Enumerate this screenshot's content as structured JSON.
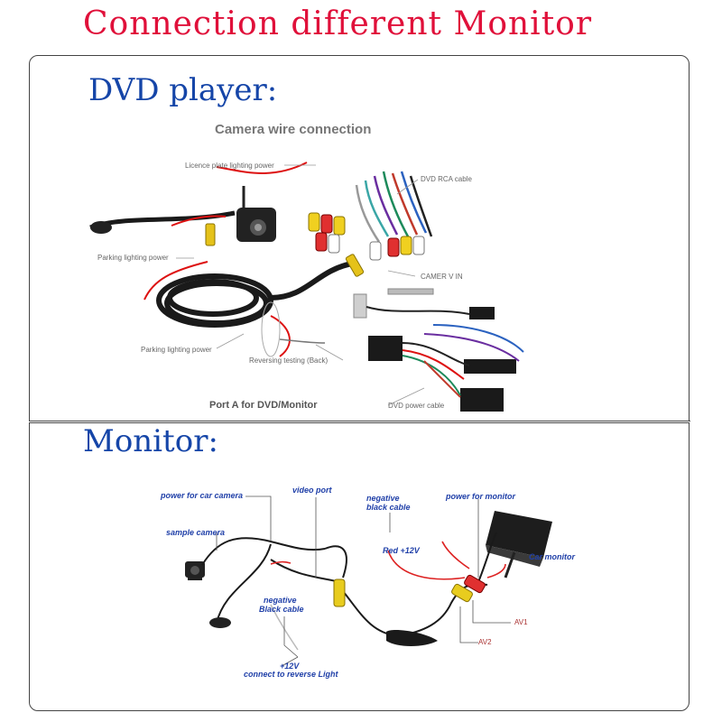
{
  "header": {
    "title": "Connection different Monitor"
  },
  "dvd_section": {
    "title": "DVD player:",
    "diagram_title": "Camera wire connection",
    "labels": {
      "licence": "Licence plate lighting power",
      "dvd_rca": "DVD RCA cable",
      "parking1": "Parking lighting power",
      "camer_v_in": "CAMER V IN",
      "parking2": "Parking lighting power",
      "reversing": "Reversing testing (Back)",
      "port_a": "Port A  for  DVD/Monitor",
      "dvd_power": "DVD power cable"
    }
  },
  "monitor_section": {
    "title": "Monitor:",
    "labels": {
      "power_camera": "power for car camera",
      "video_port": "video port",
      "negative_black_1": "negative",
      "negative_black_2": "black cable",
      "power_monitor": "power for monitor",
      "sample_camera": "sample camera",
      "red_12v": "Red  +12V",
      "car_monitor": "Car monitor",
      "neg_black_b1": "negative",
      "neg_black_b2": "Black cable",
      "av1": "AV1",
      "av2": "AV2",
      "plus12v": "+12V",
      "reverse_light": "connect to reverse Light"
    }
  }
}
